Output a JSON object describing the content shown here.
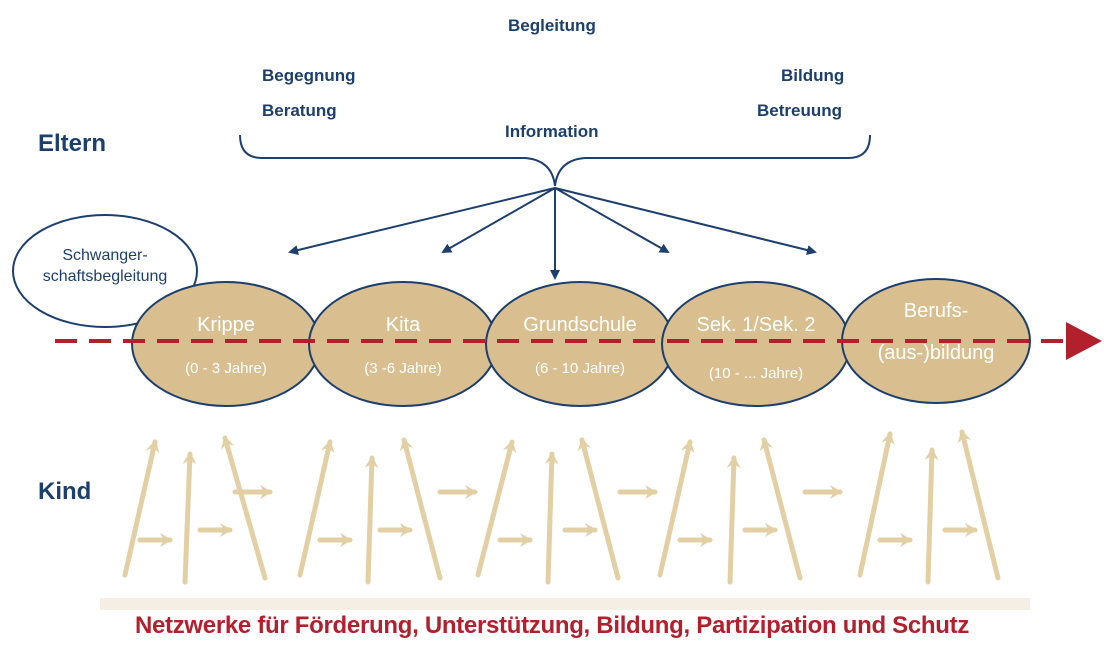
{
  "parents": {
    "label": "Eltern",
    "top_term": "Begleitung",
    "left_terms": [
      "Begegnung",
      "Beratung"
    ],
    "right_terms": [
      "Bildung",
      "Betreuung"
    ],
    "center_term": "Information"
  },
  "child": {
    "label": "Kind"
  },
  "pregnancy": {
    "line1": "Schwanger-",
    "line2": "schaftsbegleitung"
  },
  "stages": [
    {
      "name": "Krippe",
      "range": "(0 - 3 Jahre)"
    },
    {
      "name": "Kita",
      "range": "(3 -6 Jahre)"
    },
    {
      "name": "Grundschule",
      "range": "(6 - 10 Jahre)"
    },
    {
      "name": "Sek. 1/Sek. 2",
      "range": "(10 - ... Jahre)"
    },
    {
      "name": "Berufs-",
      "range": "(aus-)bildung"
    }
  ],
  "footer": "Netzwerke für Förderung, Unterstützung, Bildung, Partizipation und Schutz",
  "colors": {
    "navy": "#1d3f6e",
    "oval_fill": "#d9bf8f",
    "oval_stroke": "#1d3f6e",
    "timeline": "#b3202d",
    "child_arrows": "#e2cfa4"
  }
}
